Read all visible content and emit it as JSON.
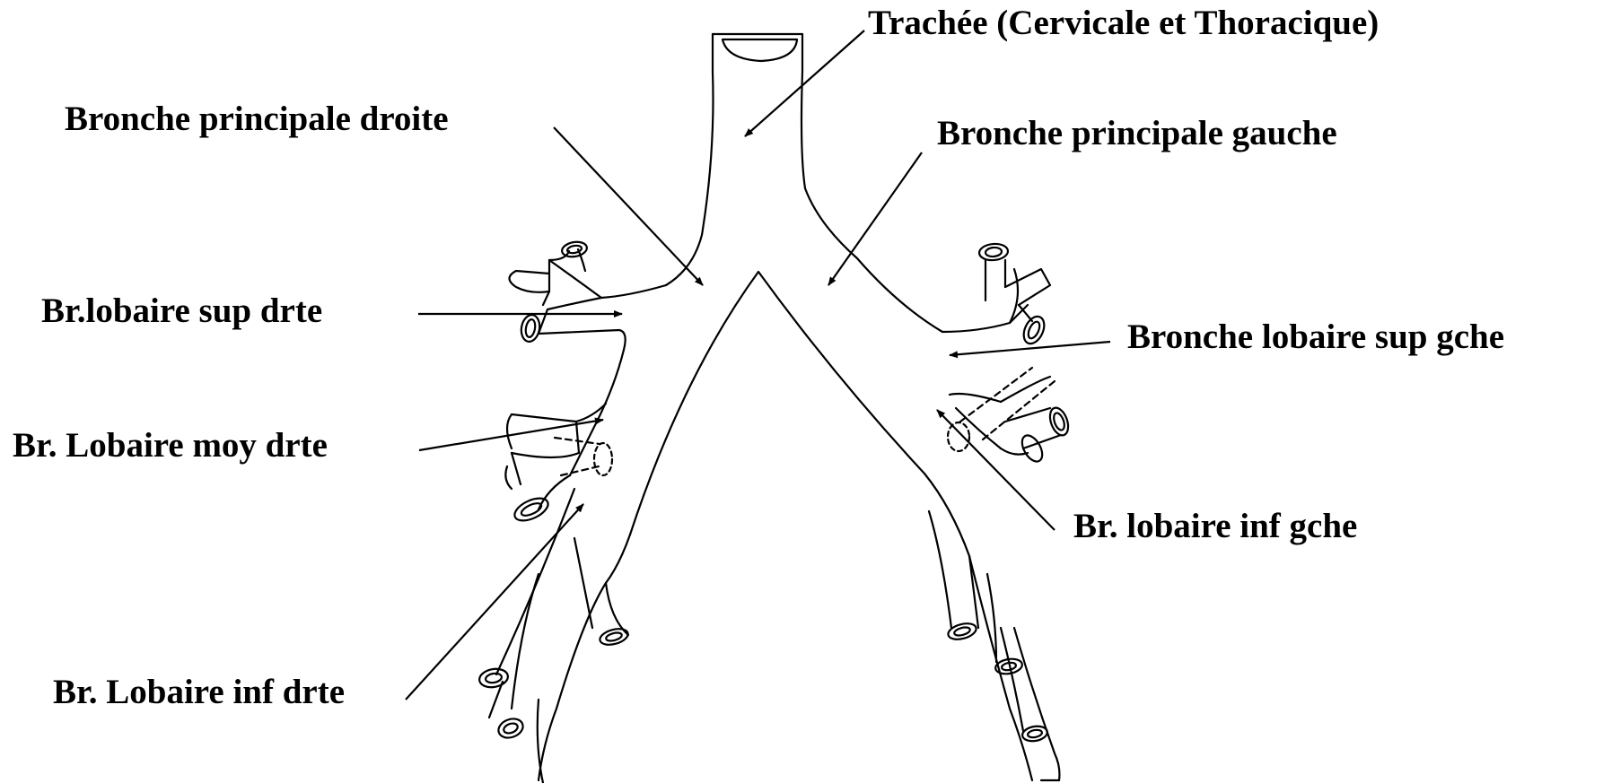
{
  "labels": {
    "trachea": "Trachée (Cervicale et Thoracique)",
    "right_main_bronchus": "Bronche principale droite",
    "left_main_bronchus": "Bronche principale  gauche",
    "right_upper_lobar": "Br.lobaire sup drte",
    "left_upper_lobar": "Bronche lobaire sup gche",
    "right_middle_lobar": "Br. Lobaire moy drte",
    "left_lower_lobar": "Br. lobaire inf gche",
    "right_lower_lobar": "Br. Lobaire inf drte"
  },
  "colors": {
    "ink": "#000000",
    "background": "#ffffff"
  }
}
